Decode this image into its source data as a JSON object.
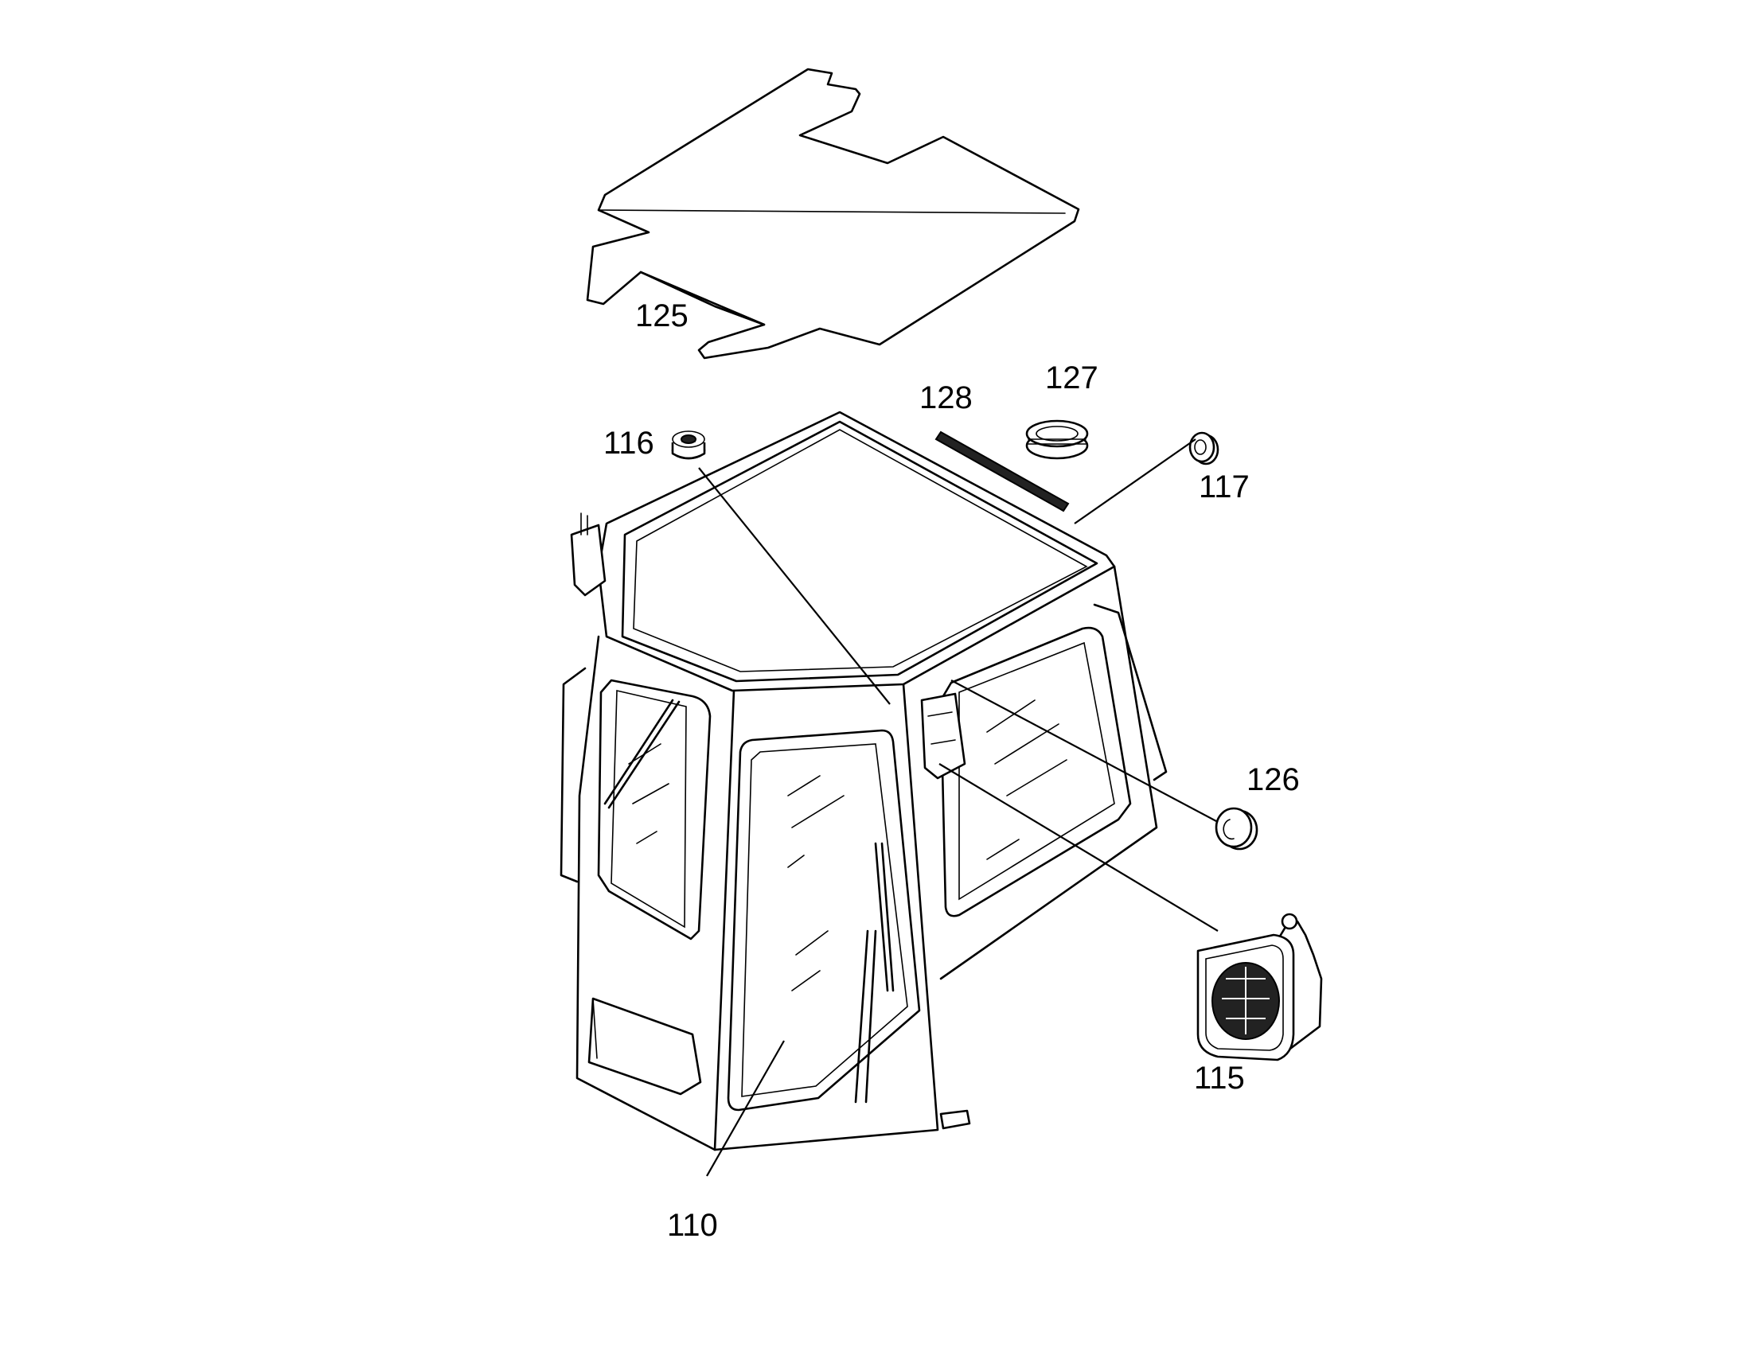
{
  "diagram": {
    "callouts": [
      {
        "id": "125",
        "label": "125"
      },
      {
        "id": "128",
        "label": "128"
      },
      {
        "id": "127",
        "label": "127"
      },
      {
        "id": "116",
        "label": "116"
      },
      {
        "id": "117",
        "label": "117"
      },
      {
        "id": "126",
        "label": "126"
      },
      {
        "id": "115",
        "label": "115"
      },
      {
        "id": "110",
        "label": "110"
      }
    ]
  }
}
